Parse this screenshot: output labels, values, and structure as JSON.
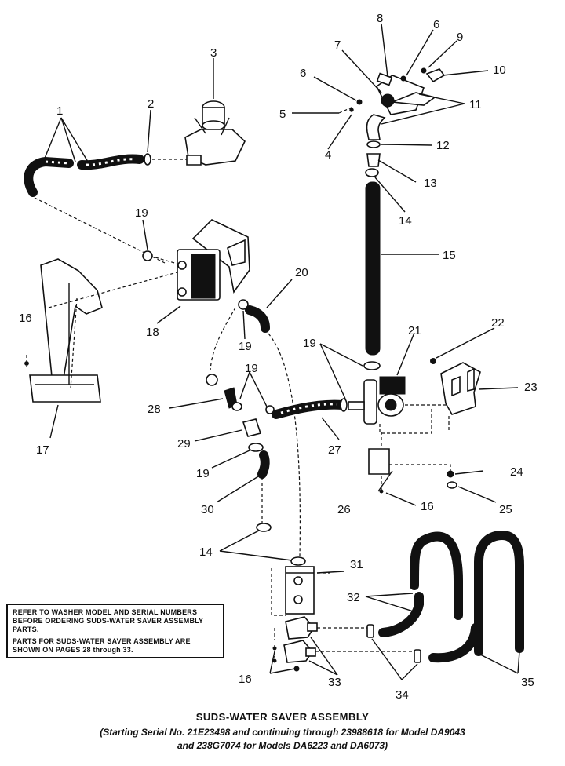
{
  "callouts": [
    "1",
    "2",
    "3",
    "4",
    "5",
    "6",
    "6",
    "7",
    "8",
    "9",
    "10",
    "11",
    "12",
    "13",
    "14",
    "14",
    "15",
    "16",
    "16",
    "16",
    "17",
    "18",
    "19",
    "19",
    "19",
    "19",
    "19",
    "20",
    "21",
    "22",
    "23",
    "24",
    "25",
    "26",
    "27",
    "28",
    "29",
    "30",
    "31",
    "32",
    "33",
    "34",
    "35"
  ],
  "note": {
    "line1": "REFER TO WASHER MODEL AND SERIAL NUMBERS BEFORE ORDERING SUDS-WATER SAVER ASSEMBLY PARTS.",
    "line2": "PARTS FOR SUDS-WATER SAVER ASSEMBLY ARE SHOWN ON PAGES 28 through 33."
  },
  "caption": {
    "title": "SUDS-WATER SAVER ASSEMBLY",
    "line2": "(Starting Serial No. 21E23498 and continuing through 23988618 for Model DA9043",
    "line3": "and 238G7074 for Models DA6223 and DA6073)"
  }
}
